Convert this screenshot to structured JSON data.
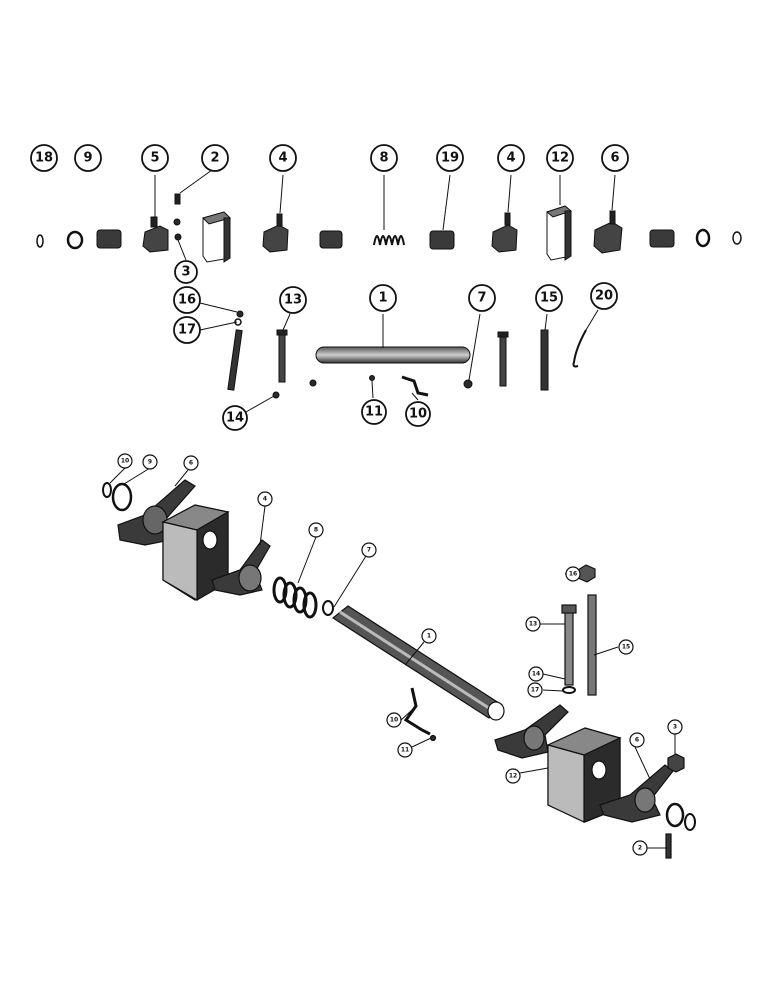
{
  "diagram": {
    "top_row_callouts": [
      "18",
      "9",
      "5",
      "2",
      "4",
      "8",
      "19",
      "4",
      "12",
      "6",
      "3"
    ],
    "middle_row_callouts": [
      "16",
      "17",
      "13",
      "1",
      "7",
      "15",
      "20",
      "14",
      "11",
      "10"
    ],
    "assembled_view_callouts": [
      "10",
      "9",
      "6",
      "4",
      "8",
      "7",
      "1",
      "16",
      "13",
      "15",
      "14",
      "17",
      "10",
      "11",
      "3",
      "12",
      "6",
      "2"
    ]
  },
  "colors": {
    "ink": "#111111",
    "part_fill": "#2a2a2a",
    "paper": "#ffffff"
  }
}
